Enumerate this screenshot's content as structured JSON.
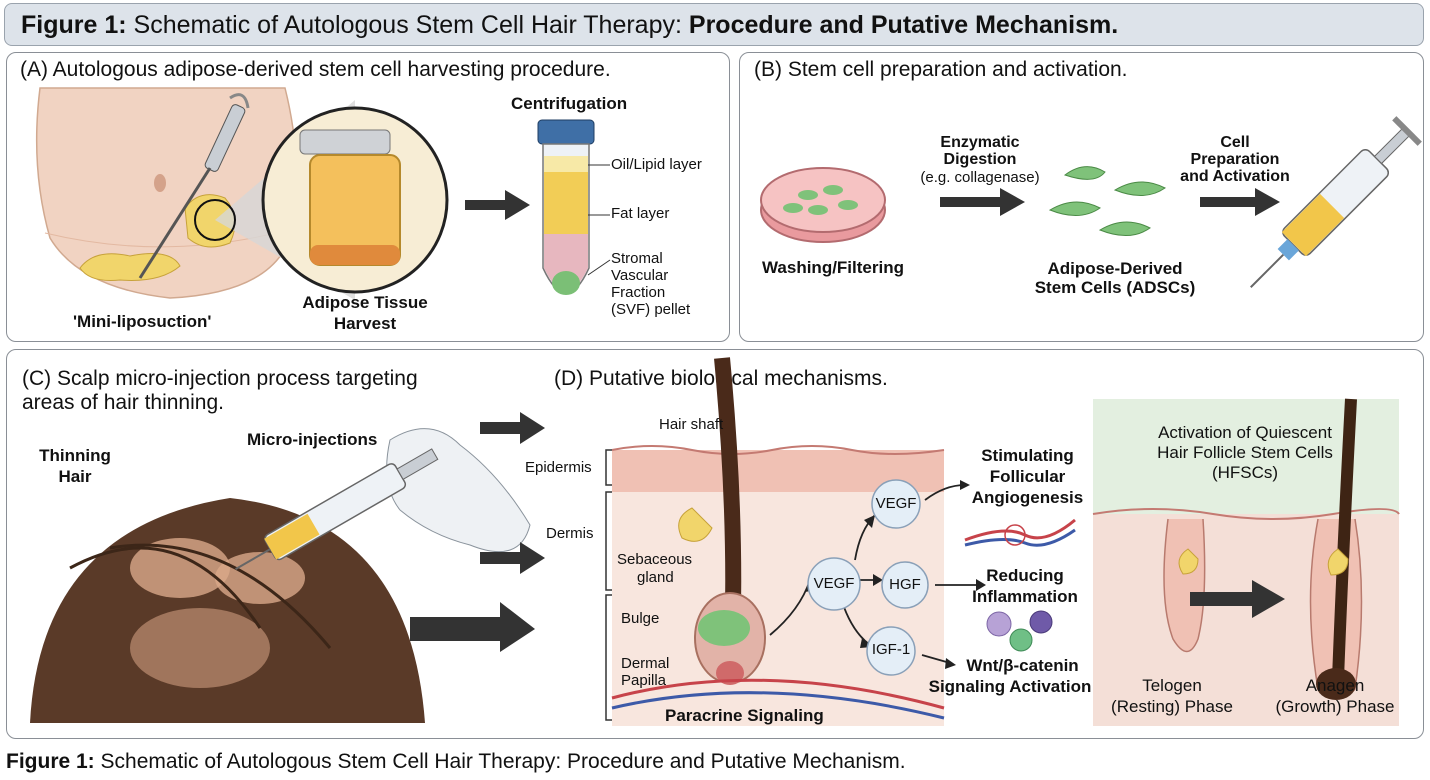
{
  "figure": {
    "title_prefix": "Figure 1:",
    "title_plain": " Schematic of Autologous Stem Cell Hair Therapy: ",
    "title_bold": "Procedure and Putative Mechanism.",
    "caption_prefix": "Figure 1:",
    "caption_text": " Schematic of Autologous Stem Cell Hair Therapy: Procedure and Putative Mechanism."
  },
  "panel_a": {
    "title": "(A) Autologous adipose-derived stem cell harvesting procedure.",
    "mini_lipo": "'Mini-liposuction'",
    "harvest_line1": "Adipose Tissue",
    "harvest_line2": "Harvest",
    "centrifugation": "Centrifugation",
    "oil_layer": "Oil/Lipid layer",
    "fat_layer": "Fat layer",
    "svf_1": "Stromal",
    "svf_2": "Vascular",
    "svf_3": "Fraction",
    "svf_4": "(SVF) pellet"
  },
  "panel_b": {
    "title": "(B) Stem cell preparation and activation.",
    "washing": "Washing/Filtering",
    "enzymatic_1": "Enzymatic",
    "enzymatic_2": "Digestion",
    "enzymatic_3": "(e.g. collagenase)",
    "adscs_1": "Adipose-Derived",
    "adscs_2": "Stem Cells (ADSCs)",
    "prep_1": "Cell",
    "prep_2": "Preparation",
    "prep_3": "and Activation"
  },
  "panel_c": {
    "title_1": "(C) Scalp micro-injection process targeting",
    "title_2": "areas of hair thinning.",
    "thinning_1": "Thinning",
    "thinning_2": "Hair",
    "micro": "Micro-injections"
  },
  "panel_d": {
    "title": "(D) Putative biological mechanisms.",
    "hair_shaft": "Hair shaft",
    "epidermis": "Epidermis",
    "dermis": "Dermis",
    "sebaceous_1": "Sebaceous",
    "sebaceous_2": "gland",
    "bulge": "Bulge",
    "papilla_1": "Dermal",
    "papilla_2": "Papilla",
    "paracrine": "Paracrine Signaling",
    "vegf_top": "VEGF",
    "vegf_mid": "VEGF",
    "hgf": "HGF",
    "igf": "IGF-1",
    "angio_1": "Stimulating",
    "angio_2": "Follicular",
    "angio_3": "Angiogenesis",
    "inflam_1": "Reducing",
    "inflam_2": "Inflammation",
    "wnt_1": "Wnt/β-catenin",
    "wnt_2": "Signaling Activation",
    "hfsc_1": "Activation of Quiescent",
    "hfsc_2": "Hair Follicle Stem Cells",
    "hfsc_3": "(HFSCs)",
    "telogen_1": "Telogen",
    "telogen_2": "(Resting) Phase",
    "anagen_1": "Anagen",
    "anagen_2": "(Growth) Phase"
  }
}
